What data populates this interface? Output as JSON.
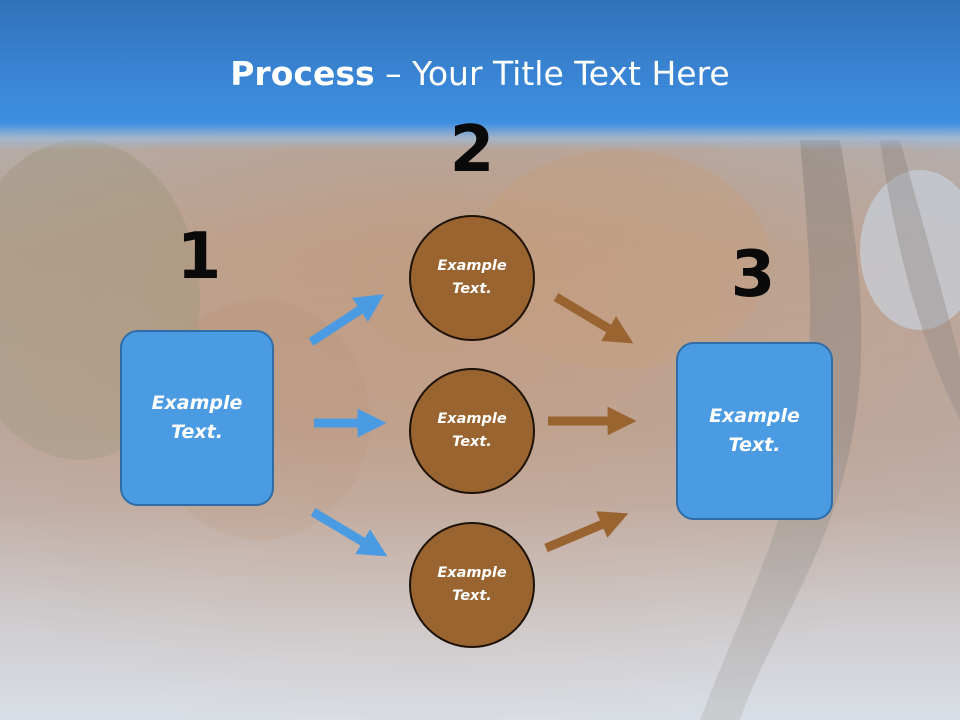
{
  "title": {
    "bold": "Process",
    "rest": " – Your Title Text Here"
  },
  "steps": [
    {
      "number": "1"
    },
    {
      "number": "2"
    },
    {
      "number": "3"
    }
  ],
  "left_box": {
    "text": "Example\nText."
  },
  "circles": [
    {
      "text": "Example\nText."
    },
    {
      "text": "Example\nText."
    },
    {
      "text": "Example\nText."
    }
  ],
  "right_box": {
    "text": "Example\nText."
  },
  "colors": {
    "title_band": "#3a86d6",
    "box_fill": "#4a9be2",
    "circle_fill": "#9a6431",
    "blue_arrow": "#4a9be2",
    "brown_arrow": "#9a6431"
  }
}
